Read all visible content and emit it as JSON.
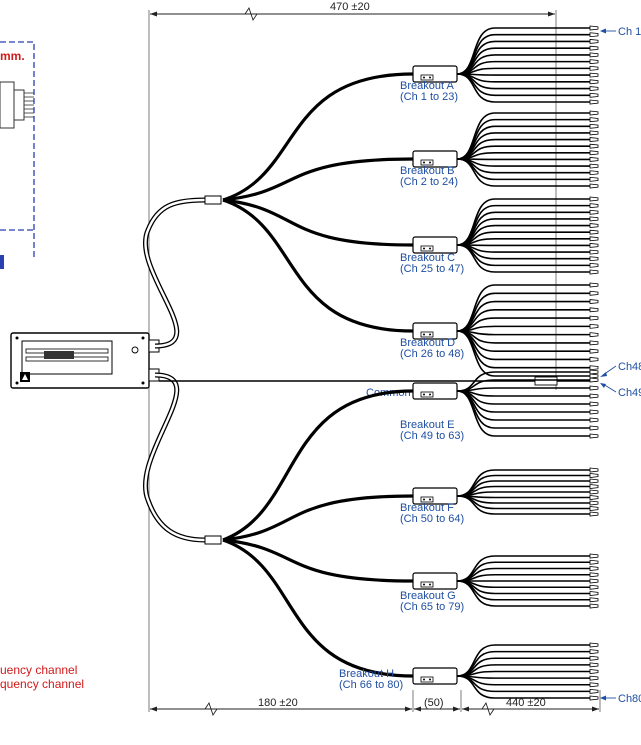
{
  "dimensions": {
    "top": "470 ±20",
    "bottom_left": "180 ±20",
    "bottom_mid": "(50)",
    "bottom_right": "440 ±20"
  },
  "channels": {
    "ch1": "Ch 1",
    "ch48": "Ch48",
    "ch49": "Ch49",
    "ch80": "Ch80"
  },
  "common_label": "Common",
  "breakouts": [
    {
      "name": "Breakout A",
      "range": "(Ch 1 to 23)"
    },
    {
      "name": "Breakout B",
      "range": "(Ch 2 to 24)"
    },
    {
      "name": "Breakout C",
      "range": "(Ch 25 to 47)"
    },
    {
      "name": "Breakout D",
      "range": "(Ch 26 to 48)"
    },
    {
      "name": "Breakout E",
      "range": "(Ch 49 to 63)"
    },
    {
      "name": "Breakout F",
      "range": "(Ch 50 to 64)"
    },
    {
      "name": "Breakout G",
      "range": "(Ch 65 to 79)"
    },
    {
      "name": "Breakout H",
      "range": "(Ch 66 to 80)"
    }
  ],
  "left_inset": {
    "unit_label": "mm.",
    "legend_line_1": "uency channel",
    "legend_line_2": "quency channel"
  },
  "colors": {
    "label": "#1f4fa3",
    "annotation": "#d11a1a",
    "cable": "#000000",
    "inset_frame": "#2a3fb0"
  }
}
